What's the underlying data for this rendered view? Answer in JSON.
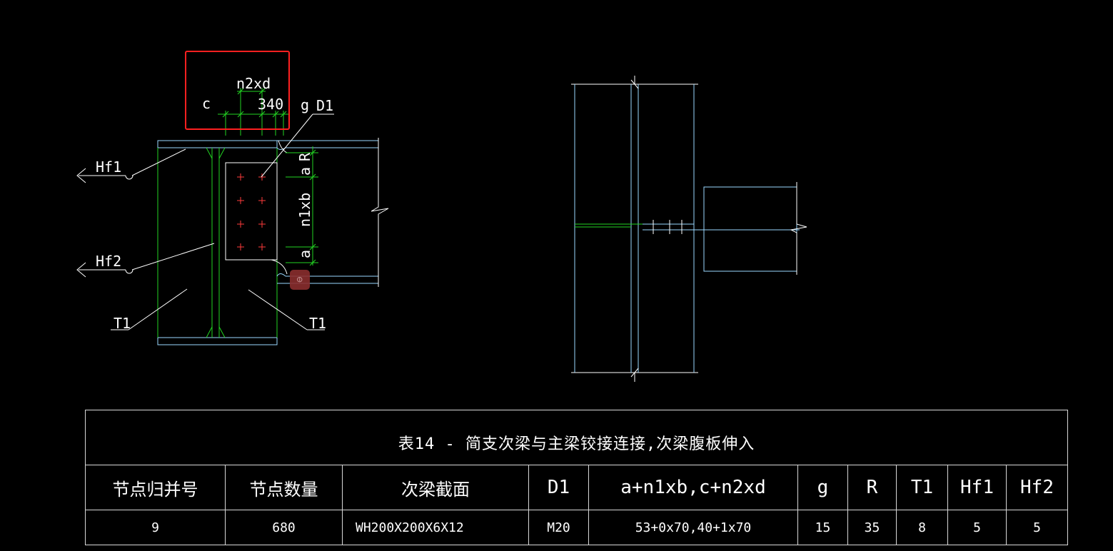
{
  "drawing": {
    "detail_labels": {
      "top_dim_label": "n2xd",
      "dim_c": "c",
      "dim_340": "340",
      "dim_g": "g",
      "bolt_label": "D1",
      "hf1": "Hf1",
      "hf2": "Hf2",
      "t1_left": "T1",
      "t1_right": "T1",
      "dim_a_top": "a",
      "dim_r": "R",
      "dim_n1xb": "n1xb",
      "dim_a_bottom": "a"
    },
    "colors": {
      "green": "#22d422",
      "cyan": "#9ad8ff",
      "white": "#ffffff",
      "red_bolt": "#ff3b3b",
      "selection": "#ff2020"
    }
  },
  "node_table": {
    "title": "表14 - 简支次梁与主梁铰接连接,次梁腹板伸入",
    "headers": [
      "节点归并号",
      "节点数量",
      "次梁截面",
      "D1",
      "a+n1xb,c+n2xd",
      "g",
      "R",
      "T1",
      "Hf1",
      "Hf2"
    ],
    "rows": [
      [
        "9",
        "680",
        "WH200X200X6X12",
        "M20",
        "53+0x70,40+1x70",
        "15",
        "35",
        "8",
        "5",
        "5"
      ]
    ]
  }
}
